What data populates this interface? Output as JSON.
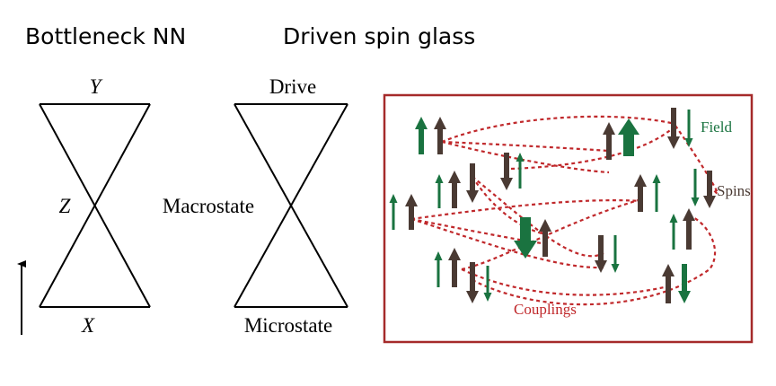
{
  "titles": {
    "left": "Bottleneck NN",
    "right": "Driven spin glass"
  },
  "bottleneck": {
    "top_label": "Y",
    "middle_label": "Z",
    "bottom_label": "X"
  },
  "spin_glass": {
    "top_label": "Drive",
    "middle_label": "Macrostate",
    "bottom_label": "Microstate"
  },
  "panel": {
    "field_label": "Field",
    "spins_label": "Spins",
    "couplings_label": "Couplings"
  },
  "colors": {
    "panel_border": "#a52a2a",
    "couplings": "#c0282b",
    "field": "#1a7340",
    "spins": "#4a3a33",
    "lines": "#000000"
  }
}
